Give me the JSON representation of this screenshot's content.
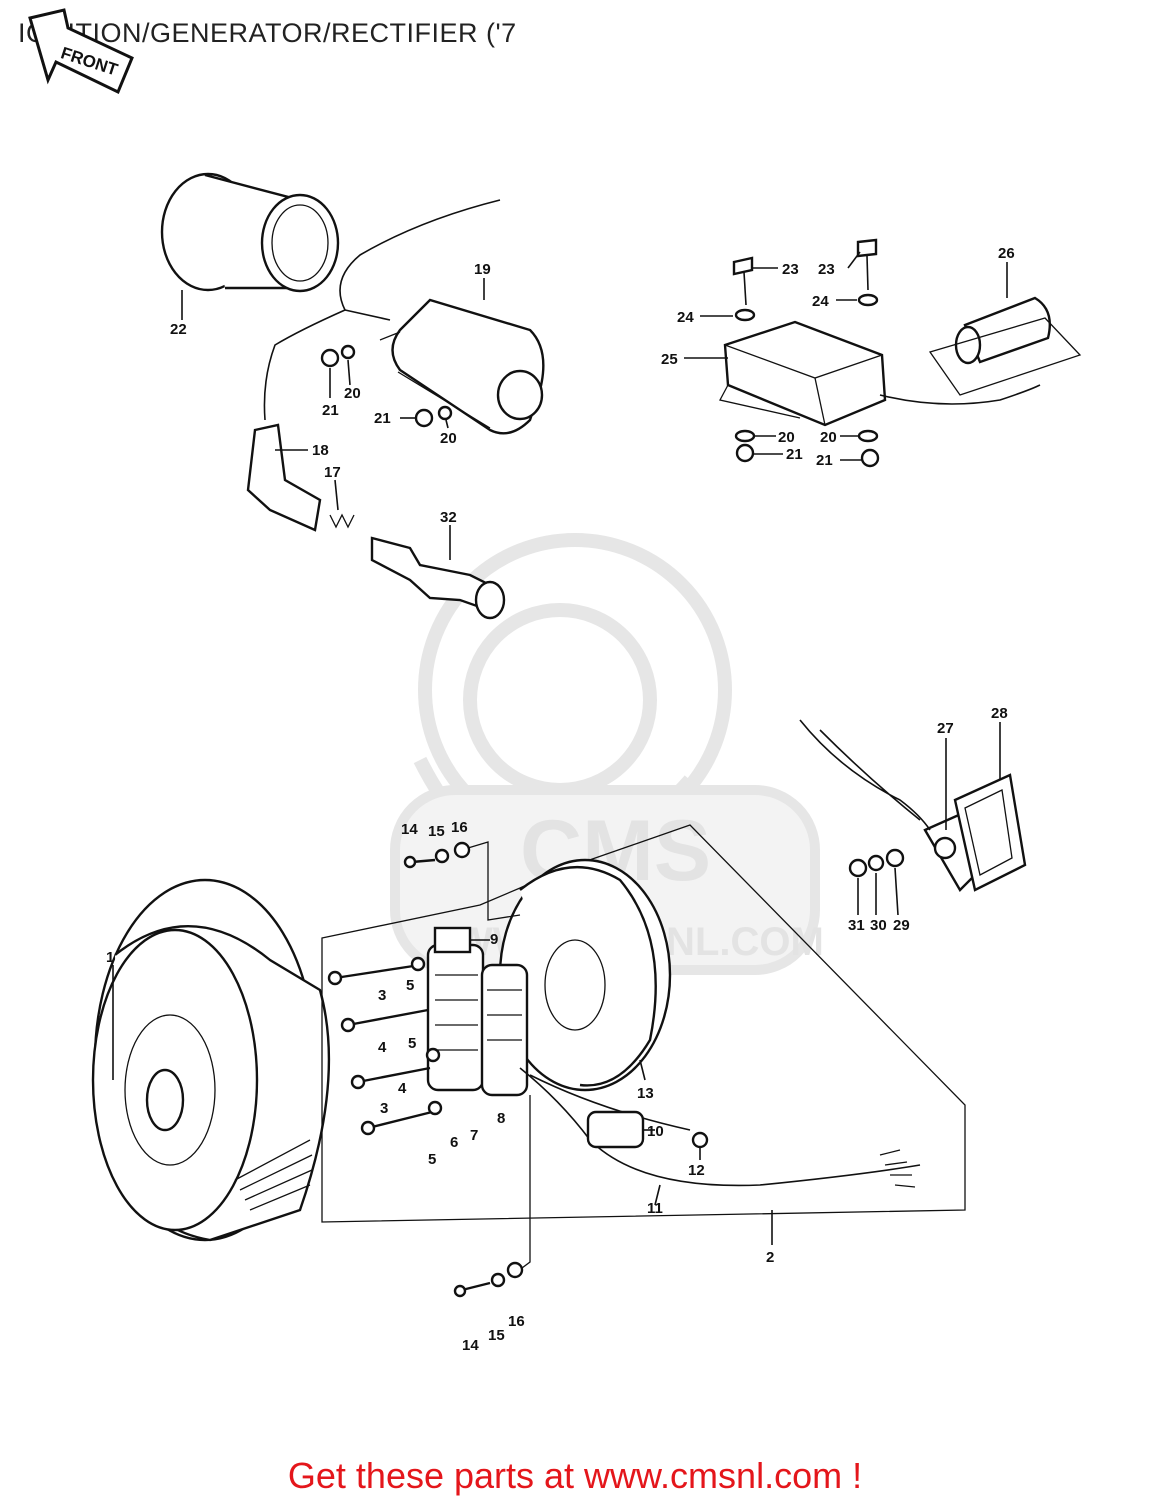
{
  "page": {
    "title": "IGNITION/GENERATOR/RECTIFIER ('7",
    "footer": "Get these parts at www.cmsnl.com !",
    "footer_color": "#e4161b"
  },
  "front_arrow": {
    "label": "FRONT"
  },
  "watermark": {
    "brand": "CMS",
    "url": "WWW.CMSNL.COM"
  },
  "callouts": {
    "c1": "1",
    "c2": "2",
    "c3a": "3",
    "c3b": "3",
    "c4a": "4",
    "c4b": "4",
    "c5a": "5",
    "c5b": "5",
    "c5c": "5",
    "c6": "6",
    "c7": "7",
    "c8": "8",
    "c9": "9",
    "c10": "10",
    "c11": "11",
    "c12": "12",
    "c13": "13",
    "c14a": "14",
    "c14b": "14",
    "c15a": "15",
    "c15b": "15",
    "c16a": "16",
    "c16b": "16",
    "c17": "17",
    "c18": "18",
    "c19": "19",
    "c20a": "20",
    "c20b": "20",
    "c20c": "20",
    "c20d": "20",
    "c21a": "21",
    "c21b": "21",
    "c21c": "21",
    "c21d": "21",
    "c22": "22",
    "c23a": "23",
    "c23b": "23",
    "c24a": "24",
    "c24b": "24",
    "c25": "25",
    "c26": "26",
    "c27": "27",
    "c28": "28",
    "c29": "29",
    "c30": "30",
    "c31": "31",
    "c32": "32"
  }
}
